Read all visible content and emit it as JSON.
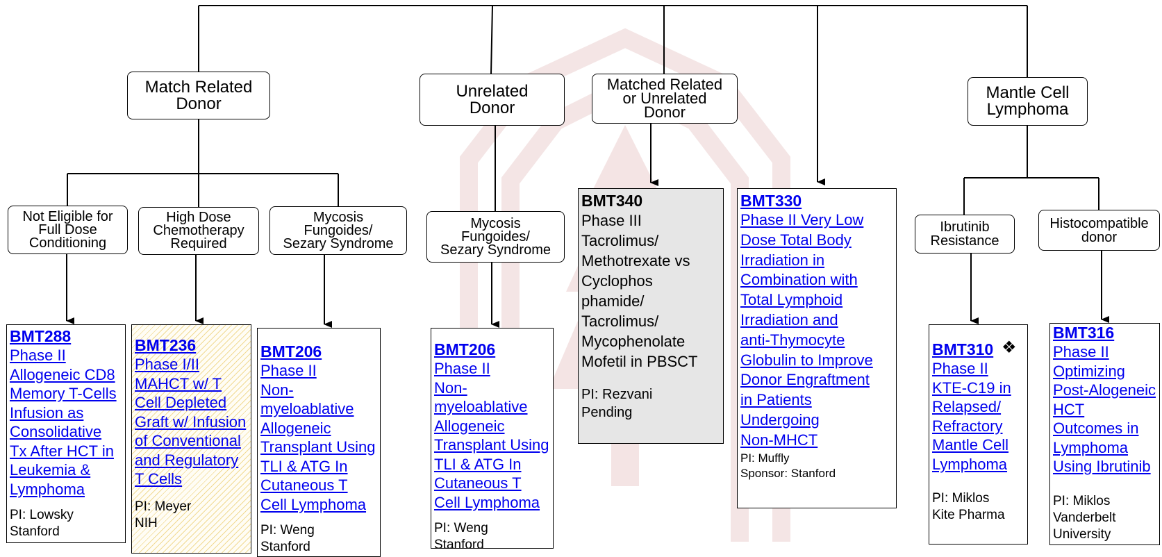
{
  "nodes": {
    "match_related": "Match Related\nDonor",
    "unrelated": "Unrelated\nDonor",
    "matched_related_or_unrelated": "Matched Related\nor Unrelated\nDonor",
    "mantle_cell": "Mantle Cell\nLymphoma",
    "not_eligible": "Not Eligible for\nFull Dose\nConditioning",
    "high_dose": "High Dose\nChemotherapy\nRequired",
    "mycosis_1": "Mycosis\nFungoides/\nSezary Syndrome",
    "mycosis_2": "Mycosis\nFungoides/\nSezary Syndrome",
    "ibrutinib": "Ibrutinib\nResistance",
    "histocompatible": "Histocompatible\ndonor"
  },
  "trials": {
    "bmt288": {
      "code": "BMT288",
      "title": "Phase II\nAllogeneic CD8\nMemory T-Cells\nInfusion as\nConsolidative\nTx After HCT in\nLeukemia &\nLymphoma",
      "pi": "PI: Lowsky\nStanford"
    },
    "bmt236": {
      "code": "BMT236",
      "title": "Phase I/II\nMAHCT w/ T\nCell Depleted\nGraft w/ Infusion\nof Conventional\nand Regulatory\nT Cells",
      "pi": "PI: Meyer\nNIH"
    },
    "bmt206a": {
      "code": "BMT206",
      "title": "Phase II\nNon-myeloablative\nAllogeneic\nTransplant Using\nTLI & ATG In\nCutaneous T\nCell Lymphoma",
      "pi": "PI: Weng\nStanford"
    },
    "bmt206b": {
      "code": "BMT206",
      "title": "Phase II\nNon-myeloablative\nAllogeneic\nTransplant Using\nTLI & ATG In\nCutaneous T\nCell Lymphoma",
      "pi": "PI: Weng\nStanford"
    },
    "bmt340": {
      "code": "BMT340",
      "title": "Phase III\nTacrolimus/\nMethotrexate vs\nCyclophos\nphamide/\nTacrolimus/\nMycophenolate\nMofetil in PBSCT",
      "pi": "PI: Rezvani\nPending"
    },
    "bmt330": {
      "code": "BMT330",
      "title": "Phase II   Very Low\nDose Total Body\nIrradiation in\nCombination with\nTotal Lymphoid\nIrradiation and\nanti-Thymocyte\nGlobulin to Improve\nDonor Engraftment\nin Patients\nUndergoing\nNon-MHCT",
      "pi": "PI: Muffly\nSponsor: Stanford"
    },
    "bmt310": {
      "code": "BMT310",
      "marker": "❖",
      "title": "Phase II\nKTE-C19 in\nRelapsed/\nRefractory\nMantle Cell\nLymphoma",
      "pi": "PI: Miklos\nKite Pharma"
    },
    "bmt316": {
      "code": "BMT316",
      "title": "Phase II\nOptimizing\nPost-Alogeneic\nHCT\nOutcomes in\nLymphoma\nUsing Ibrutinib",
      "pi": "PI: Miklos\nVanderbelt\nUniversity"
    }
  },
  "colors": {
    "link": "#0000ee",
    "hatch": "#f1da93",
    "grey_box": "#e6e6e6",
    "watermark": "#f3e1e1"
  }
}
